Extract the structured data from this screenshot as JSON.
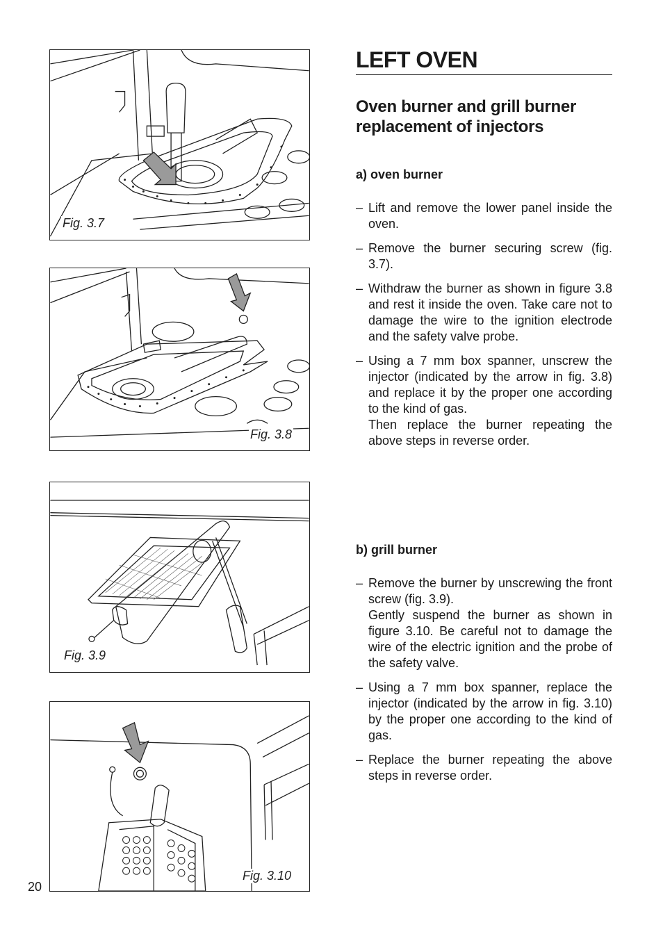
{
  "page_number": "20",
  "title": "LEFT OVEN",
  "subtitle_line1": "Oven burner and grill burner",
  "subtitle_line2": "replacement of injectors",
  "section_a": {
    "heading": "a) oven burner",
    "items": [
      {
        "dash": "–",
        "text": "Lift and remove the lower panel inside the oven."
      },
      {
        "dash": "–",
        "text": "Remove the burner securing screw (fig. 3.7)."
      },
      {
        "dash": "–",
        "text": "Withdraw the burner as shown in figure 3.8 and rest it inside the oven. Take care not to damage the wire to the ignition electrode and the safety valve probe."
      },
      {
        "dash": "–",
        "text": "Using a 7 mm box spanner, unscrew the injector (indicated by the arrow in fig. 3.8) and replace it by the proper one according to the kind of gas.",
        "text2": "Then replace the burner repeating the above steps in reverse order."
      }
    ]
  },
  "section_b": {
    "heading": "b) grill burner",
    "items": [
      {
        "dash": "–",
        "text": "Remove the burner by unscrewing the front screw (fig. 3.9).",
        "text2": "Gently suspend the burner as shown in figure 3.10. Be careful not to damage the wire of the electric ignition and the probe of the safety valve."
      },
      {
        "dash": "–",
        "text": "Using a 7 mm box spanner, replace the injector (indicated by the arrow in fig. 3.10) by the proper one according to the kind of gas."
      },
      {
        "dash": "–",
        "text": "Replace the burner repeating the above steps in reverse order."
      }
    ]
  },
  "figures": {
    "fig37": "Fig. 3.7",
    "fig38": "Fig. 3.8",
    "fig39": "Fig. 3.9",
    "fig310": "Fig. 3.10"
  },
  "colors": {
    "arrow_fill": "#9a9a9a",
    "line": "#222222"
  }
}
